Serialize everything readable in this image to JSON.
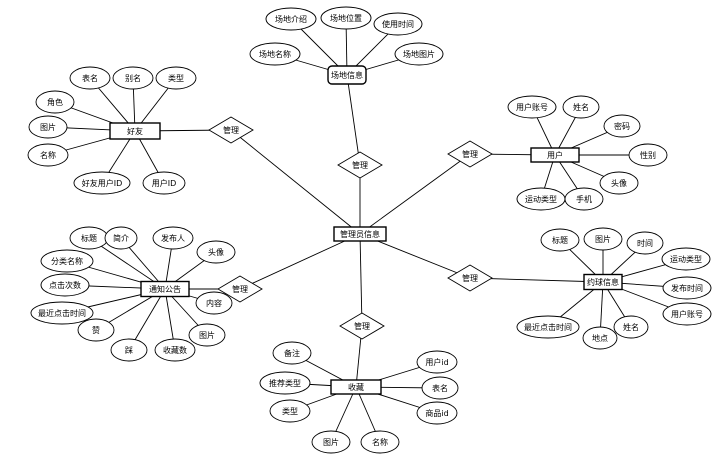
{
  "diagram": {
    "center": "管理员信息",
    "relation_label": "管理",
    "entities": [
      {
        "name": "场地信息",
        "attributes": [
          "场地介绍",
          "场地位置",
          "使用时间",
          "场地名称",
          "场地图片"
        ]
      },
      {
        "name": "好友",
        "attributes": [
          "表名",
          "别名",
          "类型",
          "角色",
          "图片",
          "名称",
          "好友用户ID",
          "用户ID"
        ]
      },
      {
        "name": "用户",
        "attributes": [
          "用户账号",
          "姓名",
          "密码",
          "性别",
          "头像",
          "运动类型",
          "手机"
        ]
      },
      {
        "name": "通知公告",
        "attributes": [
          "标题",
          "简介",
          "发布人",
          "头像",
          "分类名称",
          "点击次数",
          "最近点击时间",
          "赞",
          "踩",
          "收藏数",
          "图片",
          "内容"
        ]
      },
      {
        "name": "约球信息",
        "attributes": [
          "标题",
          "图片",
          "时间",
          "运动类型",
          "发布时间",
          "用户账号",
          "最近点击时间",
          "地点",
          "姓名"
        ]
      },
      {
        "name": "收藏",
        "attributes": [
          "备注",
          "推荐类型",
          "类型",
          "图片",
          "名称",
          "用户id",
          "表名",
          "商品id"
        ]
      }
    ]
  }
}
